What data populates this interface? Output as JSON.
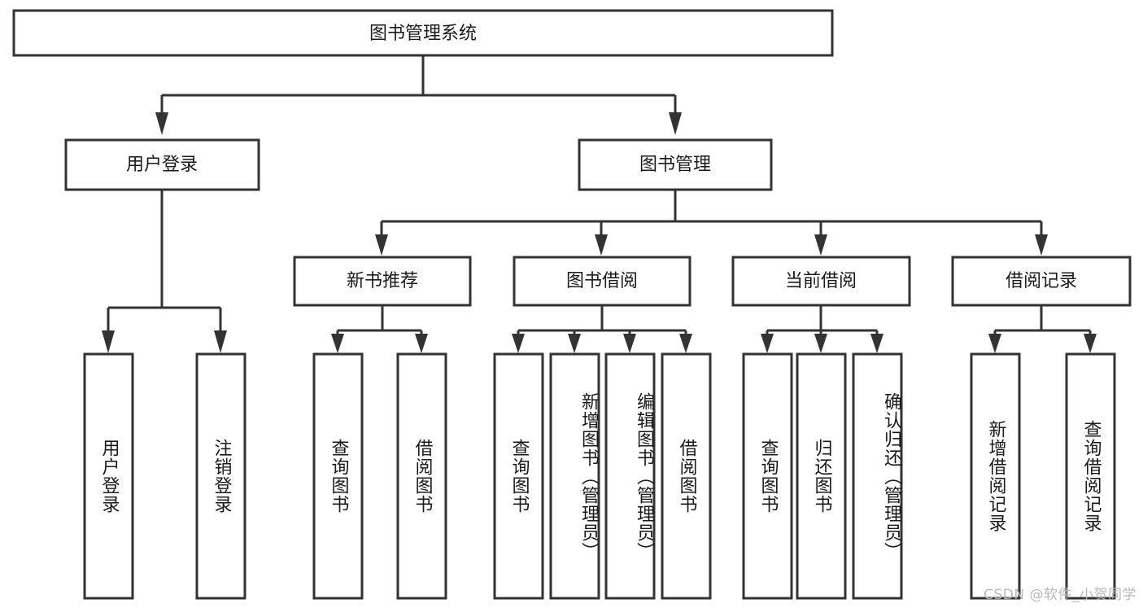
{
  "diagram": {
    "title": "图书管理系统",
    "type": "tree-hierarchy",
    "watermark": "CSDN @软件_小贺同学",
    "colors": {
      "stroke": "#333333",
      "box_fill": "#ffffff",
      "text": "#1a1a1a",
      "background": "#ffffff",
      "watermark": "#b9b9b9"
    },
    "root": {
      "label": "图书管理系统"
    },
    "level2": [
      {
        "label": "用户登录"
      },
      {
        "label": "图书管理"
      }
    ],
    "level3": [
      {
        "label": "新书推荐"
      },
      {
        "label": "图书借阅"
      },
      {
        "label": "当前借阅"
      },
      {
        "label": "借阅记录"
      }
    ],
    "leaves": {
      "user_login": [
        {
          "label": "用户登录"
        },
        {
          "label": "注销登录"
        }
      ],
      "new_book_recommend": [
        {
          "label": "查询图书"
        },
        {
          "label": "借阅图书"
        }
      ],
      "book_borrow": [
        {
          "label": "查询图书"
        },
        {
          "label": "新增图书（管理员）"
        },
        {
          "label": "编辑图书（管理员）"
        },
        {
          "label": "借阅图书"
        }
      ],
      "current_borrow": [
        {
          "label": "查询图书"
        },
        {
          "label": "归还图书"
        },
        {
          "label": "确认归还（管理员）"
        }
      ],
      "borrow_record": [
        {
          "label": "新增借阅记录"
        },
        {
          "label": "查询借阅记录"
        }
      ]
    }
  }
}
